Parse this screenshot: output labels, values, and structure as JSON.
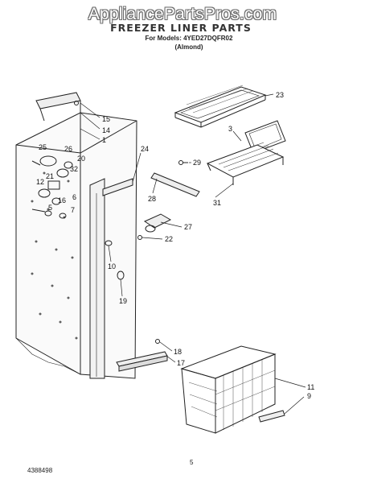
{
  "header": {
    "site": "AppliancePartsPros.com",
    "title": "FREEZER LINER PARTS",
    "model_line": "For Models: 4YED27DQFR02",
    "variant": "(Almond)"
  },
  "callouts": [
    "23",
    "15",
    "14",
    "1",
    "3",
    "24",
    "26",
    "25",
    "20",
    "32",
    "29",
    "21",
    "12",
    "6",
    "28",
    "31",
    "16",
    "5",
    "7",
    "27",
    "22",
    "10",
    "19",
    "18",
    "17",
    "11",
    "9"
  ],
  "footer": {
    "page": "5",
    "doc": "4388498"
  }
}
